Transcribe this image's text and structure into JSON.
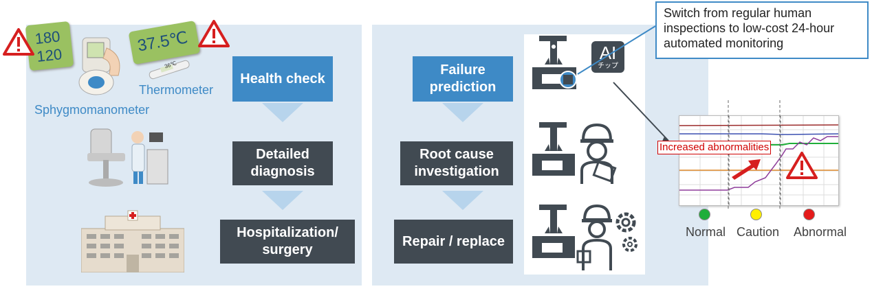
{
  "left": {
    "bp_values": {
      "top": "180",
      "bottom": "120"
    },
    "thermo_value": "37.5℃",
    "thermo_small": "36℃",
    "thermometer_label": "Thermometer",
    "sphyg_label": "Sphygmomanometer",
    "steps": [
      "Health check",
      "Detailed diagnosis",
      "Hospitalization/ surgery"
    ]
  },
  "right": {
    "steps": [
      "Failure prediction",
      "Root cause investigation",
      "Repair / replace"
    ],
    "ai_chip": {
      "main": "AI",
      "sub": "チップ"
    }
  },
  "callout": {
    "text": "Switch from regular human inspections to low-cost 24-hour automated monitoring"
  },
  "chart": {
    "abnormal_label": "Increased abnormalities"
  },
  "legend": {
    "normal": "Normal",
    "caution": "Caution",
    "abnormal": "Abnormal"
  },
  "colors": {
    "blue": "#3e8ac6",
    "dark": "#414a52",
    "panel": "#dee9f3",
    "green": "#1fae3a",
    "yellow": "#ffef00",
    "red": "#e51b1b"
  }
}
